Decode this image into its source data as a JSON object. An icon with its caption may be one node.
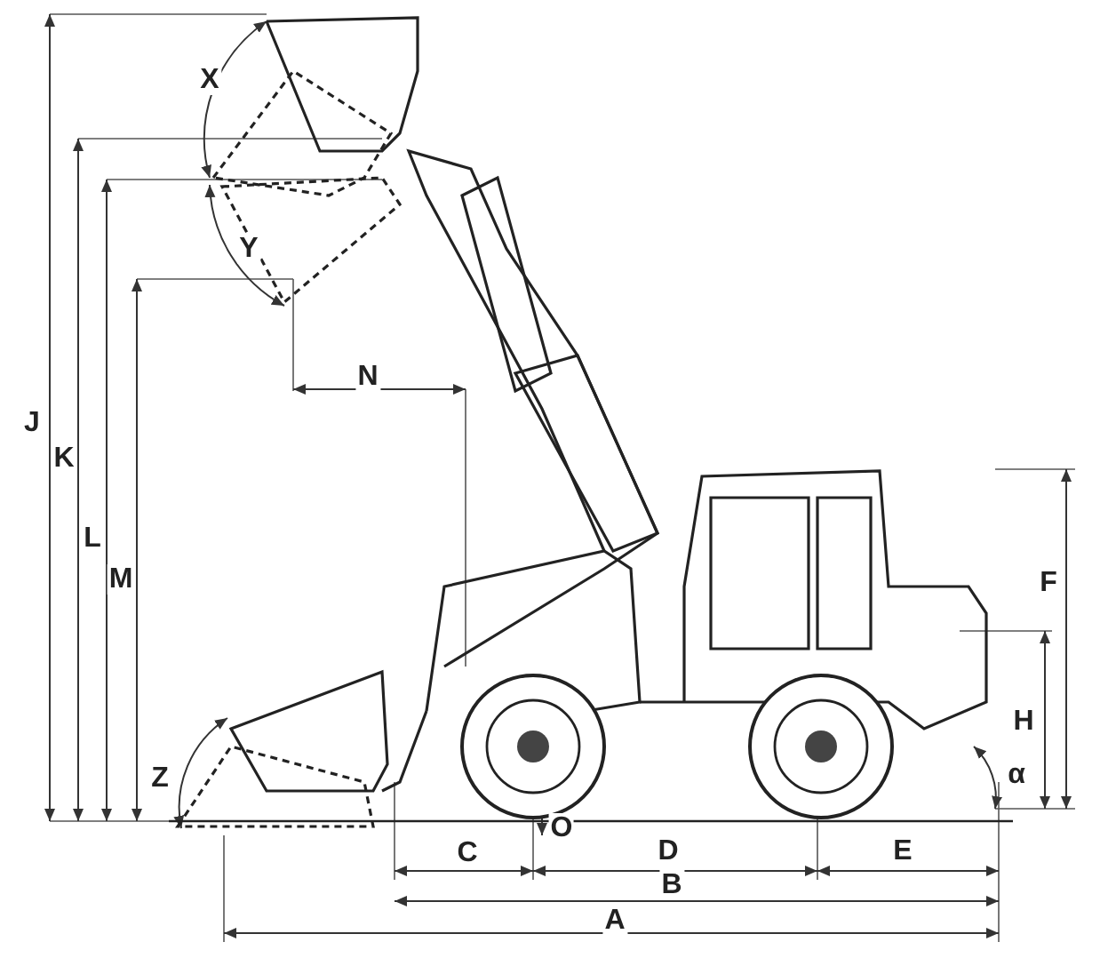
{
  "diagram": {
    "labels": [
      "X",
      "J",
      "K",
      "Y",
      "L",
      "M",
      "N",
      "F",
      "H",
      "Z",
      "α",
      "O",
      "C",
      "D",
      "E",
      "B",
      "A"
    ]
  }
}
